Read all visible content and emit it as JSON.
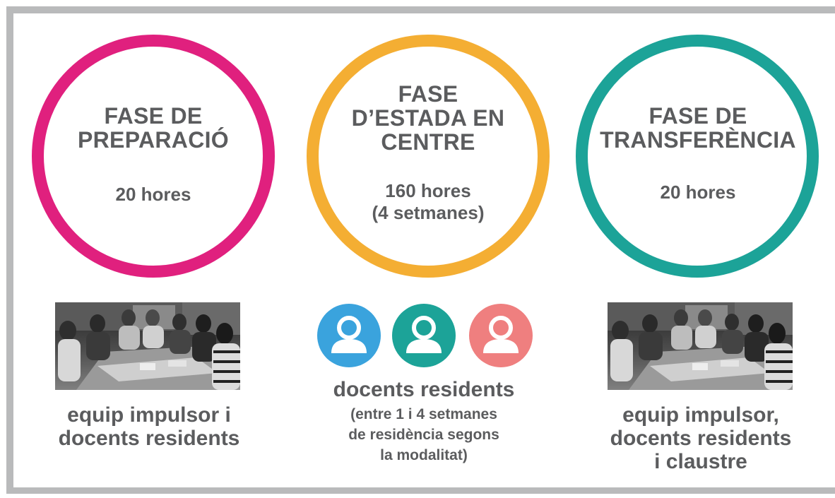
{
  "phases": [
    {
      "title_lines": [
        "FASE DE",
        "PREPARACIÓ"
      ],
      "hours_lines": [
        "20 hores"
      ],
      "color": "#e0207e"
    },
    {
      "title_lines": [
        "FASE",
        "D’ESTADA EN",
        "CENTRE"
      ],
      "hours_lines": [
        "160 hores",
        "(4 setmanes)"
      ],
      "color": "#f4ae33"
    },
    {
      "title_lines": [
        "FASE DE",
        "TRANSFERÈNCIA"
      ],
      "hours_lines": [
        "20 hores"
      ],
      "color": "#1ca398"
    }
  ],
  "groups": [
    {
      "media": "group-photo",
      "label_lines": [
        "equip impulsor i",
        "docents residents"
      ]
    },
    {
      "media": "user-icons",
      "icon_colors": [
        "#3aa3dd",
        "#1ca398",
        "#ef7f7f"
      ],
      "label": "docents residents",
      "note_lines": [
        "(entre 1 i 4 setmanes",
        "de residència segons",
        "la modalitat)"
      ]
    },
    {
      "media": "group-photo",
      "label_lines": [
        "equip impulsor,",
        "docents residents",
        "i claustre"
      ]
    }
  ],
  "frame_color": "#b9babb",
  "text_color": "#5b5c5e"
}
